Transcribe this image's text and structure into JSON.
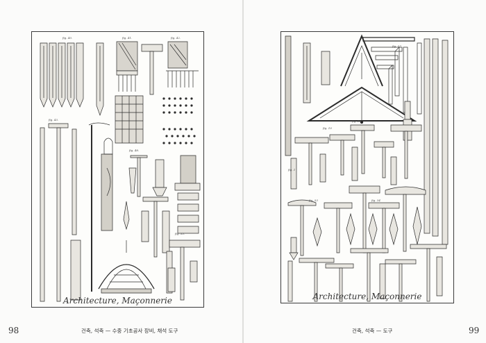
{
  "left_page": {
    "plate_caption": "Architecture, Maçonnerie",
    "running_head": "건축, 석축 — 수중 기초공사 장비, 채석 도구",
    "page_number": "98"
  },
  "right_page": {
    "plate_caption": "Architecture, Maçonnerie",
    "running_head": "건축, 석축 — 도구",
    "page_number": "99"
  }
}
